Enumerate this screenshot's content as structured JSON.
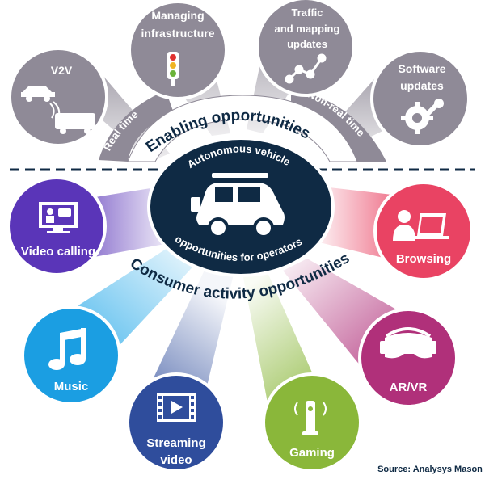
{
  "center": {
    "top_label": "Autonomous vehicle",
    "bottom_label": "opportunities for operators"
  },
  "enabling": {
    "title": "Enabling opportunities",
    "real_time": "Real time",
    "non_real_time": "Non-real time",
    "nodes": [
      {
        "id": "v2v",
        "label_lines": [
          "V2V"
        ],
        "icon": "vehicle-bus-icon"
      },
      {
        "id": "infra",
        "label_lines": [
          "Managing",
          "infrastructure"
        ],
        "icon": "traffic-light-icon"
      },
      {
        "id": "traffic",
        "label_lines": [
          "Traffic",
          "and mapping",
          "updates"
        ],
        "icon": "route-map-icon"
      },
      {
        "id": "software",
        "label_lines": [
          "Software",
          "updates"
        ],
        "icon": "gears-wrench-icon"
      }
    ]
  },
  "consumer": {
    "title": "Consumer activity opportunities",
    "nodes": [
      {
        "id": "video",
        "label_lines": [
          "Video calling"
        ],
        "icon": "video-call-icon",
        "color": "#5a35b8"
      },
      {
        "id": "music",
        "label_lines": [
          "Music"
        ],
        "icon": "music-note-icon",
        "color": "#1b9ee2"
      },
      {
        "id": "streaming",
        "label_lines": [
          "Streaming",
          "video"
        ],
        "icon": "film-play-icon",
        "color": "#2f4d9c"
      },
      {
        "id": "gaming",
        "label_lines": [
          "Gaming"
        ],
        "icon": "game-controller-icon",
        "color": "#8ab73a"
      },
      {
        "id": "arvr",
        "label_lines": [
          "AR/VR"
        ],
        "icon": "vr-headset-icon",
        "color": "#b0307a"
      },
      {
        "id": "browsing",
        "label_lines": [
          "Browsing"
        ],
        "icon": "laptop-user-icon",
        "color": "#e94363"
      }
    ]
  },
  "source": "Source: Analysys Mason",
  "colors": {
    "navy": "#0f2a44",
    "grey_circle": "#8f8a97",
    "arc_grey": "#9a96a0"
  }
}
